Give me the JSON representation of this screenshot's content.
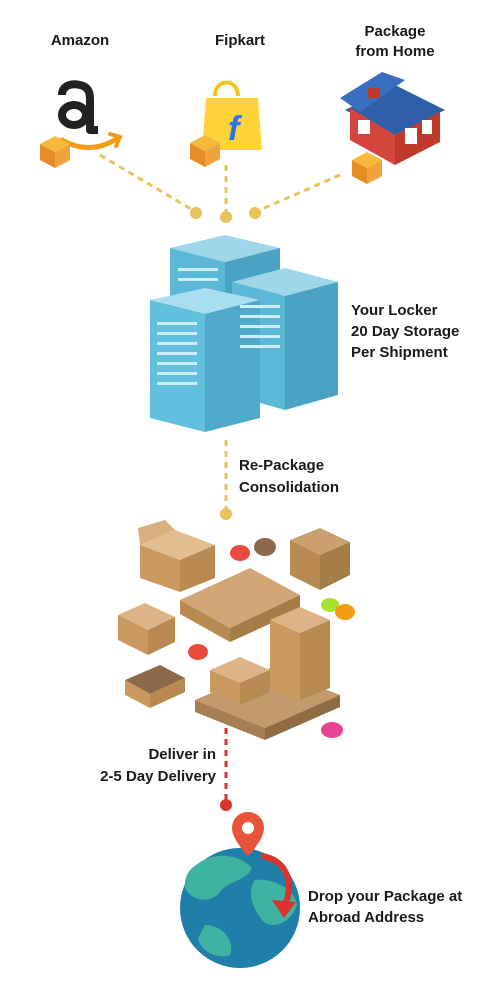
{
  "sources": {
    "amazon": "Amazon",
    "flipkart": "Fipkart",
    "home_line1": "Package",
    "home_line2": "from Home"
  },
  "locker": {
    "line1": "Your Locker",
    "line2": "20 Day Storage",
    "line3": "Per Shipment"
  },
  "repackage": {
    "line1": "Re-Package",
    "line2": "Consolidation"
  },
  "delivery": {
    "line1": "Deliver in",
    "line2": "2-5 Day Delivery"
  },
  "destination": {
    "line1": "Drop your Package at",
    "line2": "Abroad Address"
  },
  "colors": {
    "dotted_connector": "#e8c25a",
    "delivery_connector": "#d9332b",
    "server": "#5bb8d6",
    "box": "#d2a677",
    "ocean": "#1f7fa8",
    "land": "#3fb3a1"
  },
  "icons": [
    "amazon-logo-icon",
    "flipkart-bag-icon",
    "house-icon",
    "server-icon",
    "boxes-icon",
    "globe-icon",
    "location-pin-icon"
  ]
}
